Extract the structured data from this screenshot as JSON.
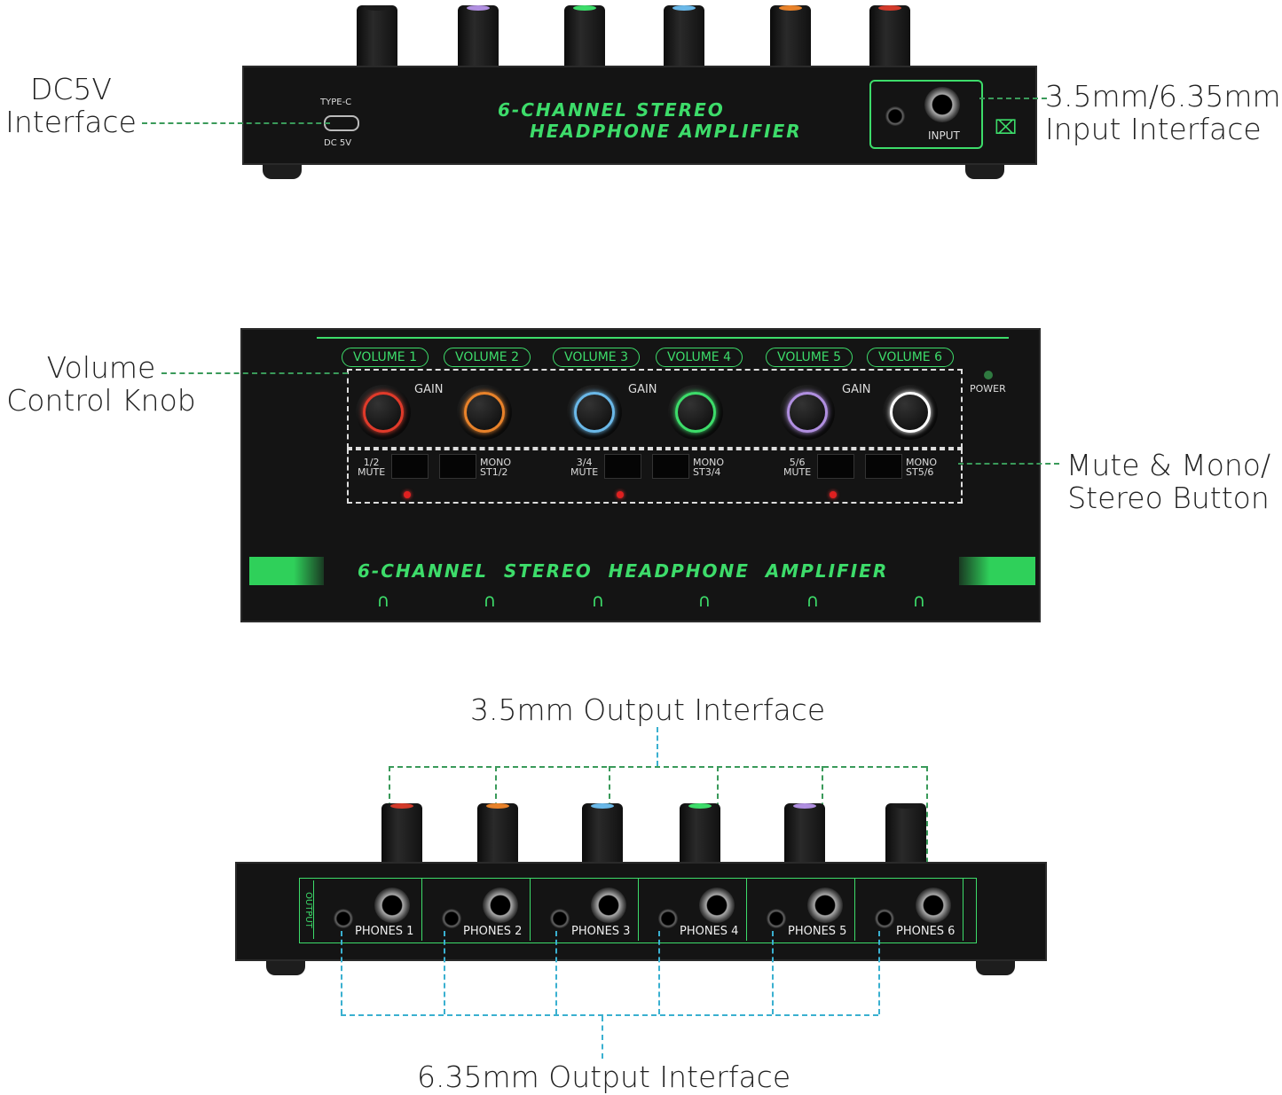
{
  "callouts": {
    "dc5v": "DC5V\nInterface",
    "input_if": "3.5mm/6.35mm\nInput Interface",
    "volume_knob": "Volume\nControl Knob",
    "mute_mono": "Mute & Mono/\nStereo Button",
    "out_35": "3.5mm Output Interface",
    "out_635": "6.35mm Output Interface"
  },
  "top_device": {
    "type_c": "TYPE-C",
    "dc5v": "DC 5V",
    "title_line1": "6-CHANNEL STEREO",
    "title_line2": "HEADPHONE AMPLIFIER",
    "input_label": "INPUT",
    "knob_caps": [
      "#1a1a1a",
      "#b08fe0",
      "#3ddc6a",
      "#6ab8e8",
      "#e8822a",
      "#d23a2a"
    ]
  },
  "front_device": {
    "volumes": [
      "VOLUME 1",
      "VOLUME 2",
      "VOLUME 3",
      "VOLUME 4",
      "VOLUME 5",
      "VOLUME 6"
    ],
    "gain": "GAIN",
    "power": "POWER",
    "knob_rings": [
      "#e03a2a",
      "#e8822a",
      "#6ab8e8",
      "#3ddc6a",
      "#b08fe0",
      "#ffffff"
    ],
    "mute_labels": [
      "1/2\nMUTE",
      "3/4\nMUTE",
      "5/6\nMUTE"
    ],
    "mono_labels": [
      "MONO\nST1/2",
      "MONO\nST3/4",
      "MONO\nST5/6"
    ],
    "title": "6-CHANNEL  STEREO  HEADPHONE  AMPLIFIER"
  },
  "rear_device": {
    "output_vertical": "OUTPUT",
    "phones": [
      "PHONES 1",
      "PHONES 2",
      "PHONES 3",
      "PHONES 4",
      "PHONES 5",
      "PHONES 6"
    ],
    "knob_caps": [
      "#d23a2a",
      "#e8822a",
      "#6ab8e8",
      "#3ddc6a",
      "#b08fe0",
      "#1a1a1a"
    ]
  },
  "colors": {
    "accent": "#3ddc6a",
    "dash_35": "#3a9a5a",
    "dash_635": "#3ab0d0"
  }
}
